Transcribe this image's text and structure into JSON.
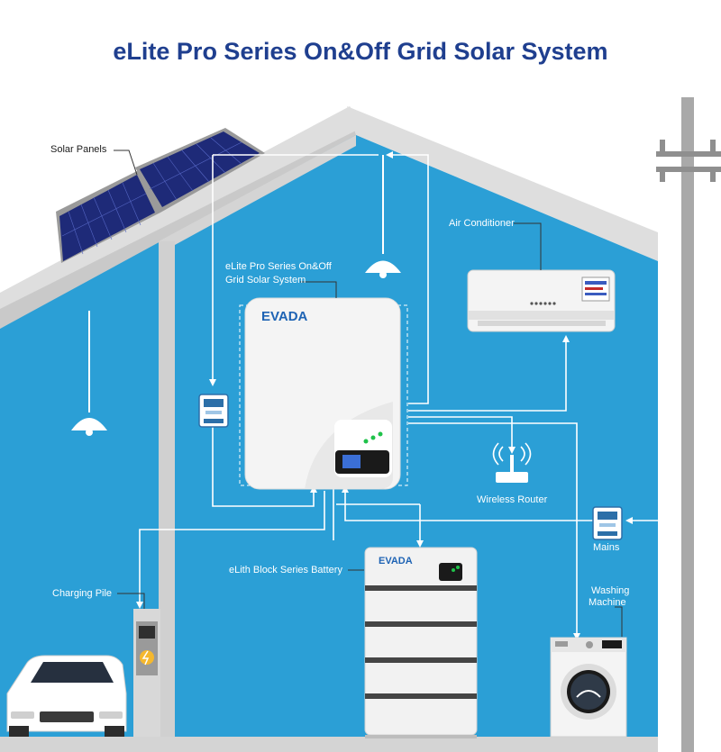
{
  "title": "eLite Pro Series On&Off Grid Solar System",
  "labels": {
    "solar_panels": "Solar Panels",
    "inverter_line1": "eLite Pro Series On&Off",
    "inverter_line2": "Grid Solar System",
    "air_conditioner": "Air Conditioner",
    "wireless_router": "Wireless Router",
    "mains": "Mains",
    "battery": "eLith Block Series Battery",
    "charging_pile": "Charging Pile",
    "washing_line1": "Washing",
    "washing_line2": "Machine"
  },
  "brand": "EVADA",
  "colors": {
    "title": "#1f3f8f",
    "wall": "#2b9fd6",
    "roof": "#d8d8d8",
    "panel": "#1e2a78",
    "brand": "#1e63b4",
    "line": "#ffffff"
  }
}
